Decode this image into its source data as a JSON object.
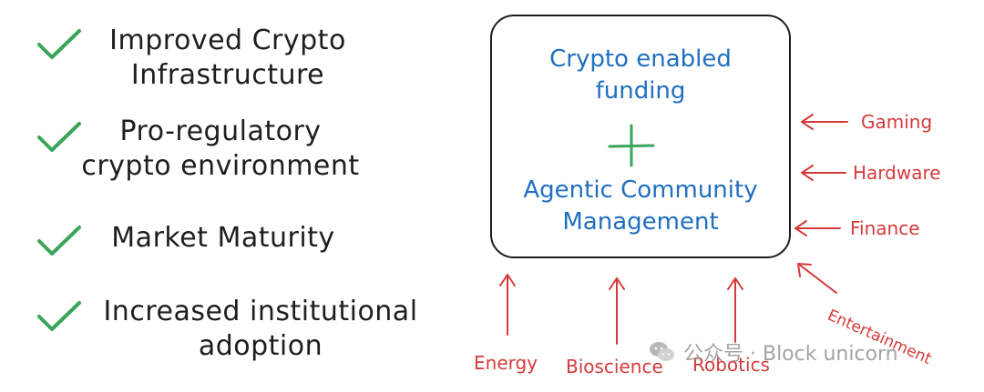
{
  "checklist": [
    {
      "text": "Improved Crypto\nInfrastructure",
      "icon": "checkmark-icon"
    },
    {
      "text": "Pro-regulatory\ncrypto environment",
      "icon": "checkmark-icon"
    },
    {
      "text": "Market Maturity",
      "icon": "checkmark-icon"
    },
    {
      "text": "Increased institutional\nadoption",
      "icon": "checkmark-icon"
    }
  ],
  "center": {
    "top_text": "Crypto enabled\nfunding",
    "bottom_text": "Agentic Community\nManagement",
    "plus_icon": "plus-icon"
  },
  "right_inputs": [
    "Gaming",
    "Hardware",
    "Finance",
    "Entertainment"
  ],
  "bottom_inputs": [
    "Energy",
    "Bioscience",
    "Robotics"
  ],
  "watermark": {
    "label": "公众号 · Block unicorn",
    "icon": "wechat-logo-icon"
  },
  "colors": {
    "check_green": "#3aa55a",
    "text_dark": "#1e1e1e",
    "center_blue": "#1f6fc1",
    "plus_green": "#3aa55a",
    "arrow_red": "#d53a3a",
    "watermark_gray": "#a0a0a0"
  }
}
